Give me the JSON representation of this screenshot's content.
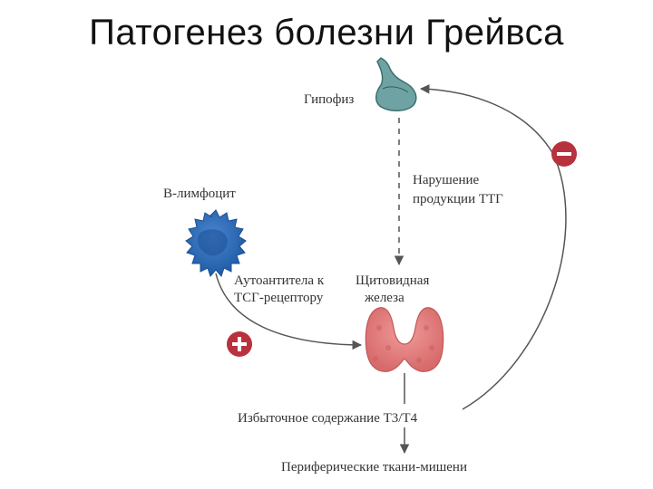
{
  "title": "Патогенез болезни Грейвса",
  "labels": {
    "pituitary": "Гипофиз",
    "tsh_disruption_1": "Нарушение",
    "tsh_disruption_2": "продукции ТТГ",
    "b_lymphocyte": "В-лимфоцит",
    "antibodies_1": "Аутоантитела к",
    "antibodies_2": "ТСГ-рецептору",
    "thyroid_1": "Щитовидная",
    "thyroid_2": "железа",
    "excess_t3t4": "Избыточное содержание Т3/Т4",
    "target_tissues": "Периферические ткани-мишени"
  },
  "signs": {
    "negative": "−",
    "positive": "+"
  },
  "colors": {
    "pituitary": "#6fa3a3",
    "lymphocyte": "#2f6db5",
    "thyroid": "#e27d7d",
    "sign": "#b8323e",
    "arrow": "#555555"
  }
}
